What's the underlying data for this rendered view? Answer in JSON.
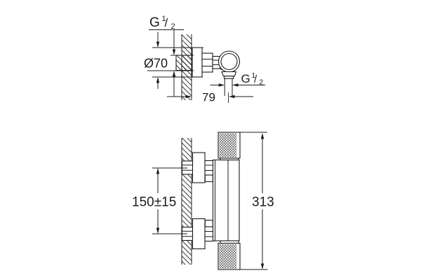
{
  "colors": {
    "ink": "#1c1c1c",
    "paper": "#ffffff"
  },
  "upper_view": {
    "wall_thread_label": {
      "letter": "G",
      "numerator": "1",
      "slash": "/",
      "denominator": "2"
    },
    "flange_diameter_label": "Ø70",
    "outlet_thread_label": {
      "letter": "G",
      "numerator": "1",
      "slash": "/",
      "denominator": "2"
    },
    "projection_label": "79"
  },
  "lower_view": {
    "hole_spacing_label": "150±15",
    "overall_height_label": "313"
  }
}
